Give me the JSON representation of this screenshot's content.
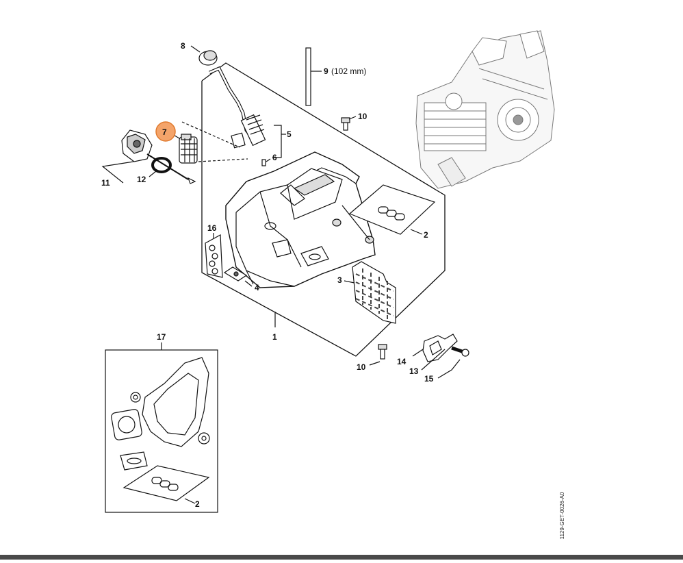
{
  "diagram": {
    "document_code": "1129-GET-0026-A0",
    "highlighted_part": "7",
    "highlight_color": "#f4a46a",
    "line_color": "#111111",
    "callouts": {
      "c1": "1",
      "c2a": "2",
      "c2b": "2",
      "c3": "3",
      "c4": "4",
      "c5": "5",
      "c6": "6",
      "c7": "7",
      "c8": "8",
      "c9": "9",
      "c9_note": "(102 mm)",
      "c10a": "10",
      "c10b": "10",
      "c11": "11",
      "c12": "12",
      "c13": "13",
      "c14": "14",
      "c15": "15",
      "c16": "16",
      "c17": "17"
    }
  }
}
